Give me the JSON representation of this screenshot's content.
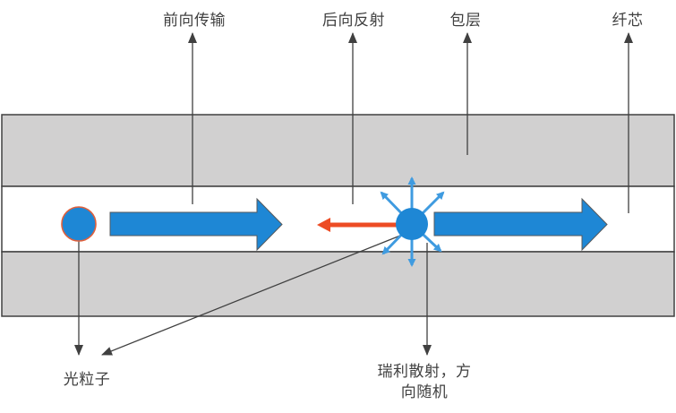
{
  "labels": {
    "forward_transmission": "前向传输",
    "backward_reflection": "后向反射",
    "cladding": "包层",
    "fiber_core": "纤芯",
    "light_particle": "光粒子",
    "rayleigh_scattering": "瑞利散射，方\n向随机"
  },
  "colors": {
    "cladding_fill": "#d1d0d0",
    "core_fill": "#ffffff",
    "band_border": "#404040",
    "photon_blue": "#1e87d5",
    "arrow_outline": "#55595c",
    "scatter_blue": "#3f9be0",
    "back_reflection_red": "#ed4c24",
    "photon_outline": "#e0603c",
    "annotation_line": "#404040",
    "text": "#404040"
  }
}
